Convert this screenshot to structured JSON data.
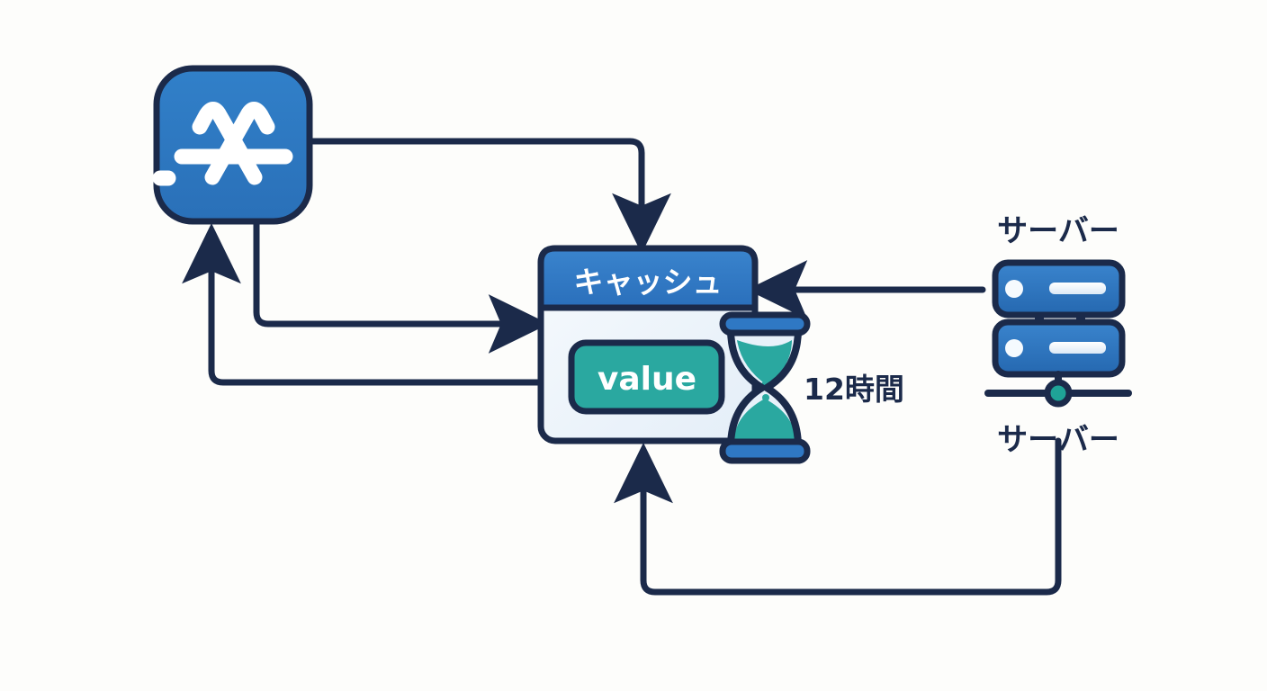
{
  "diagram": {
    "title": "App Store cache flow diagram",
    "background_color": "#fdfdfb",
    "line_color": "#1b2a4a",
    "accent_blue": "#2d78c0",
    "accent_teal": "#2aa8a0",
    "panel_light": "#eef4fb"
  },
  "nodes": {
    "app": {
      "name": "app-store-icon",
      "icon": "app-store-icon",
      "fill": "#2d78c0",
      "label": ""
    },
    "cache": {
      "name": "cache-box",
      "header_label": "キャッシュ",
      "header_fill": "#2f78c4",
      "body_fill": "#eef4fb",
      "value_label": "value",
      "value_fill": "#2aa8a0"
    },
    "hourglass": {
      "name": "hourglass-icon",
      "duration_label": "12時間",
      "cap_fill": "#2f78c4",
      "sand_fill": "#2aa8a0",
      "glass_fill": "#e8f1fa"
    },
    "server": {
      "name": "server-icon",
      "label_top": "サーバー",
      "label_bottom": "サーバー",
      "unit_fill": "#2f78c4",
      "led_fill": "#f5fafe",
      "node_fill": "#1fa397"
    }
  },
  "arrows": [
    {
      "name": "arrow-app-to-cache-top",
      "from": "app",
      "to": "cache",
      "direction": "right-down"
    },
    {
      "name": "arrow-app-to-cache-middle",
      "from": "app",
      "to": "cache",
      "direction": "down-right"
    },
    {
      "name": "arrow-cache-to-app",
      "from": "cache",
      "to": "app",
      "direction": "left-up"
    },
    {
      "name": "arrow-server-to-cache",
      "from": "server",
      "to": "cache",
      "direction": "left"
    },
    {
      "name": "arrow-server-to-cache-bottom",
      "from": "server",
      "to": "cache",
      "direction": "down-left-up"
    }
  ]
}
